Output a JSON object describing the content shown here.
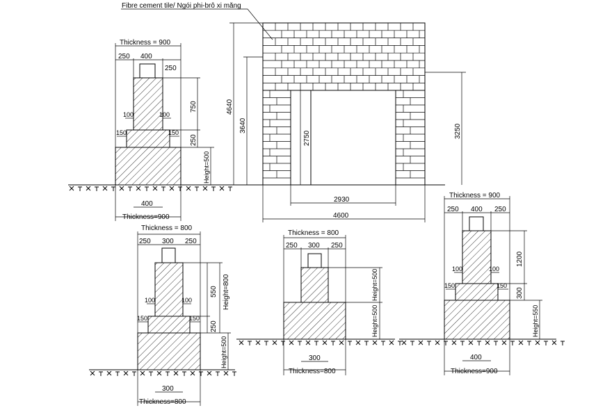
{
  "title_note": "Fibre cement tile/ Ngói phi-brô xi măng",
  "gate": {
    "total_height": "4640",
    "wall_height": "3640",
    "inner_height": "2750",
    "opening_height": "3250",
    "opening_width": "2930",
    "total_width": "4600"
  },
  "pier_a": {
    "thickness_top": "Thickness = 900",
    "d250a": "250",
    "d400": "400",
    "d250b": "250",
    "h750": "750",
    "h250": "250",
    "height": "Height=500",
    "off100a": "100",
    "off100b": "100",
    "off150a": "150",
    "off150b": "150",
    "base_400": "400",
    "thickness_bottom": "Thickness=900"
  },
  "pier_b": {
    "thickness_top": "Thickness = 800",
    "d250a": "250",
    "d300": "300",
    "d250b": "250",
    "h550": "550",
    "h250": "250",
    "height_total": "Height=800",
    "height": "Height=500",
    "off100a": "100",
    "off100b": "100",
    "off150a": "150",
    "off150b": "150",
    "base_300": "300",
    "thickness_bottom": "Thickness=800"
  },
  "pier_c": {
    "thickness_top": "Thickness = 800",
    "d250a": "250",
    "d300": "300",
    "d250b": "250",
    "height_top": "Height=500",
    "height": "Height=500",
    "base_300": "300",
    "thickness_bottom": "Thickness=800"
  },
  "pier_d": {
    "thickness_top": "Thickness = 900",
    "d250a": "250",
    "d400": "400",
    "d250b": "250",
    "h1200": "1200",
    "h300": "300",
    "height": "Height=550",
    "off100a": "100",
    "off100b": "100",
    "off150a": "150",
    "off150b": "150",
    "base_400": "400",
    "thickness_bottom": "Thickness=900"
  }
}
